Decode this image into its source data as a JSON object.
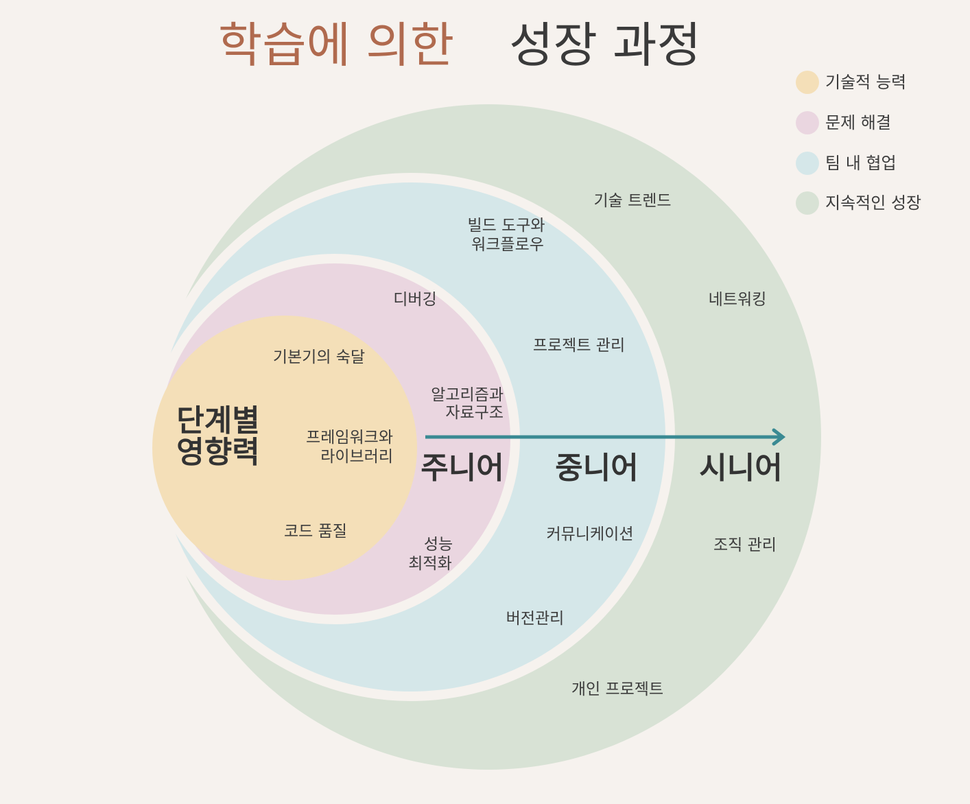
{
  "title": {
    "part1": "학습에 의한",
    "part2": "성장 과정",
    "color1": "#b06a4e",
    "color2": "#3a3a3a"
  },
  "legend": [
    {
      "label": "기술적 능력",
      "color": "#f4dfb8"
    },
    {
      "label": "문제 해결",
      "color": "#ead6e0"
    },
    {
      "label": "팀 내 협업",
      "color": "#d5e7e9"
    },
    {
      "label": "지속적인 성장",
      "color": "#d8e2d5"
    }
  ],
  "axis_label": {
    "line1": "단계별",
    "line2": "영향력"
  },
  "stages": [
    "주니어",
    "중니어",
    "시니어"
  ],
  "arrow_color": "#3a8a93",
  "technical": [
    "기본기의 숙달",
    "프레임워크와",
    "라이브러리",
    "코드 품질"
  ],
  "problem": [
    "디버깅",
    "알고리즘과",
    "자료구조",
    "성능",
    "최적화"
  ],
  "team": [
    "빌드 도구와",
    "워크플로우",
    "프로젝트 관리",
    "커뮤니케이션",
    "버전관리"
  ],
  "growth": [
    "기술 트렌드",
    "네트워킹",
    "조직 관리",
    "개인 프로젝트"
  ]
}
